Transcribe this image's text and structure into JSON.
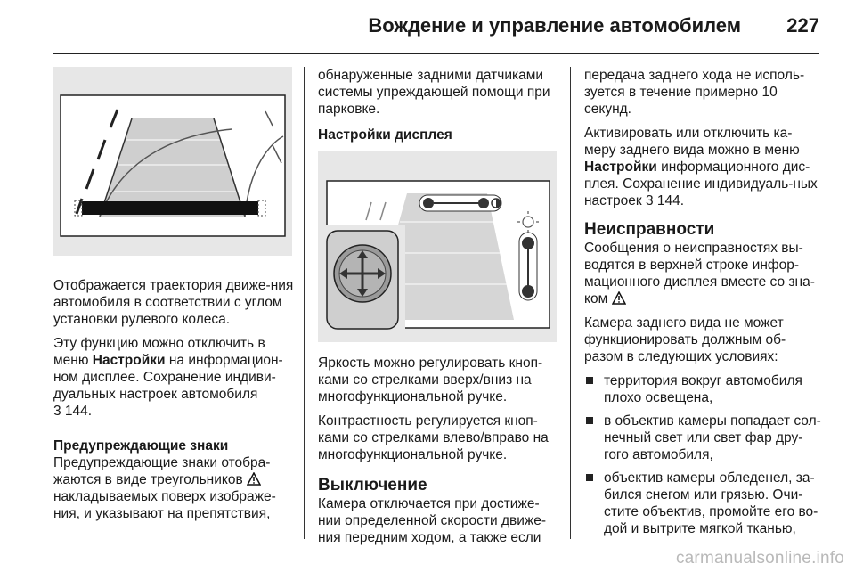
{
  "header": {
    "title": "Вождение и управление автомобилем",
    "page_number": "227"
  },
  "col1": {
    "p1": "Отображается траектория движе-ния автомобиля в соответствии с углом установки рулевого колеса.",
    "p2_pre": "Эту функцию можно отключить в меню ",
    "p2_bold": "Настройки",
    "p2_post": " на информацион-ном дисплее. Сохранение индиви-дуальных настроек автомобиля",
    "p2_ref": "3 144.",
    "h1": "Предупреждающие знаки",
    "p3_pre": "Предупреждающие знаки отобра-жаются в виде треугольников ",
    "p3_post": "накладываемых поверх изображе-ния, и указывают на препятствия,"
  },
  "col2": {
    "p1": "обнаруженные задними датчиками системы упреждающей помощи при парковке.",
    "h1": "Настройки дисплея",
    "p2": "Яркость можно регулировать кноп-ками со стрелками вверх/вниз на многофункциональной ручке.",
    "p3": "Контрастность регулируется кноп-ками со стрелками влево/вправо на многофункциональной ручке.",
    "h2": "Выключение",
    "p4": "Камера отключается при достиже-нии определенной скорости движе-ния передним ходом, а также если"
  },
  "col3": {
    "p1": "передача заднего хода не исполь-зуется в течение примерно 10 секунд.",
    "p2_pre": "Активировать или отключить ка-меру заднего вида можно в меню ",
    "p2_bold": "Настройки",
    "p2_post": " информационного дис-плея. Сохранение индивидуаль-ных настроек",
    "p2_ref": "3 144.",
    "h1": "Неисправности",
    "p3": "Сообщения о неисправностях вы-водятся в верхней строке инфор-мационного дисплея вместе со зна-ком",
    "p4": "Камера заднего вида не может функционировать должным об-разом в следующих условиях:",
    "bullets": [
      "территория вокруг автомобиля плохо освещена,",
      "в объектив камеры попадает сол-нечный свет или свет фар дру-гого автомобиля,",
      "объектив камеры обледенел, за-бился снегом или грязью. Очи-стите объектив, промойте его во-дой и вытрите мягкой тканью,"
    ]
  },
  "footer": {
    "watermark": "carmanualsonline.info"
  }
}
